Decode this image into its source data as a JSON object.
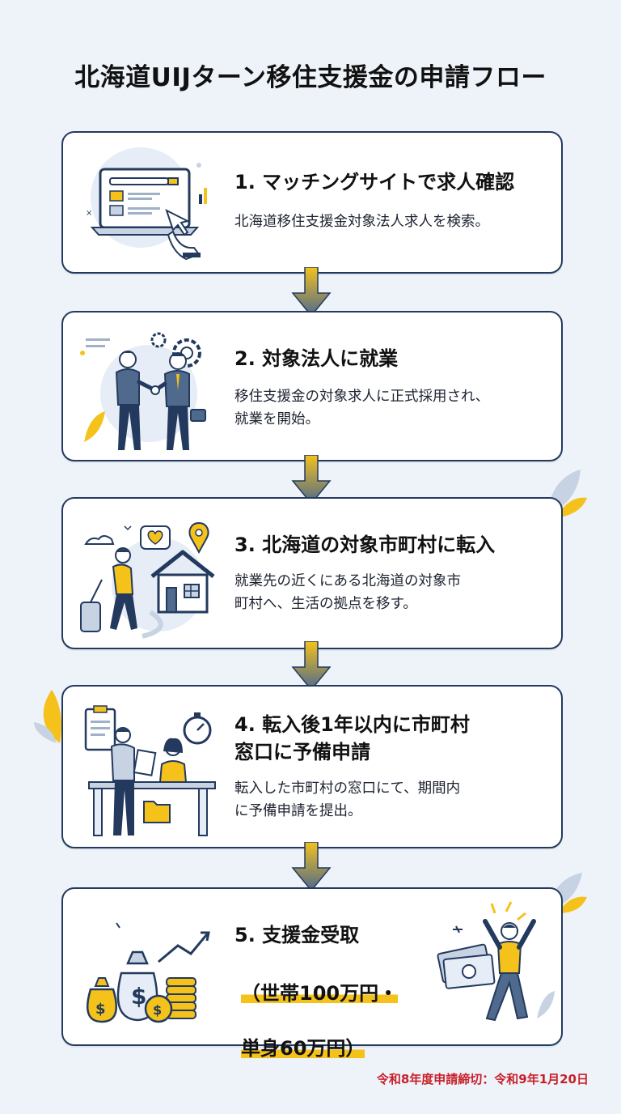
{
  "title": "北海道UIJターン移住支援金の申請フロー",
  "colors": {
    "navy": "#233a5e",
    "yellow": "#f4c21b",
    "deadline": "#c8202a",
    "background": "#eef3f9"
  },
  "steps": [
    {
      "title": "1. マッチングサイトで求人確認",
      "desc": "北海道移住支援金対象法人求人を検索。"
    },
    {
      "title": "2. 対象法人に就業",
      "desc": "移住支援金の対象求人に正式採用され、\n就業を開始。"
    },
    {
      "title": "3. 北海道の対象市町村に転入",
      "desc": "就業先の近くにある北海道の対象市\n町村へ、生活の拠点を移す。"
    },
    {
      "title": "4. 転入後1年以内に市町村\n    窓口に予備申請",
      "desc": "転入した市町村の窓口にて、期間内\nに予備申請を提出。"
    },
    {
      "title": "5. 支援金受取",
      "amount_line1": "（世帯100万円・",
      "amount_line2": "単身60万円）"
    }
  ],
  "deadline": "令和8年度申請締切：令和9年1月20日",
  "icons": [
    "laptop-search-icon",
    "handshake-icon",
    "relocation-house-icon",
    "application-desk-icon",
    "money-bags-icon",
    "celebrating-person-icon"
  ]
}
